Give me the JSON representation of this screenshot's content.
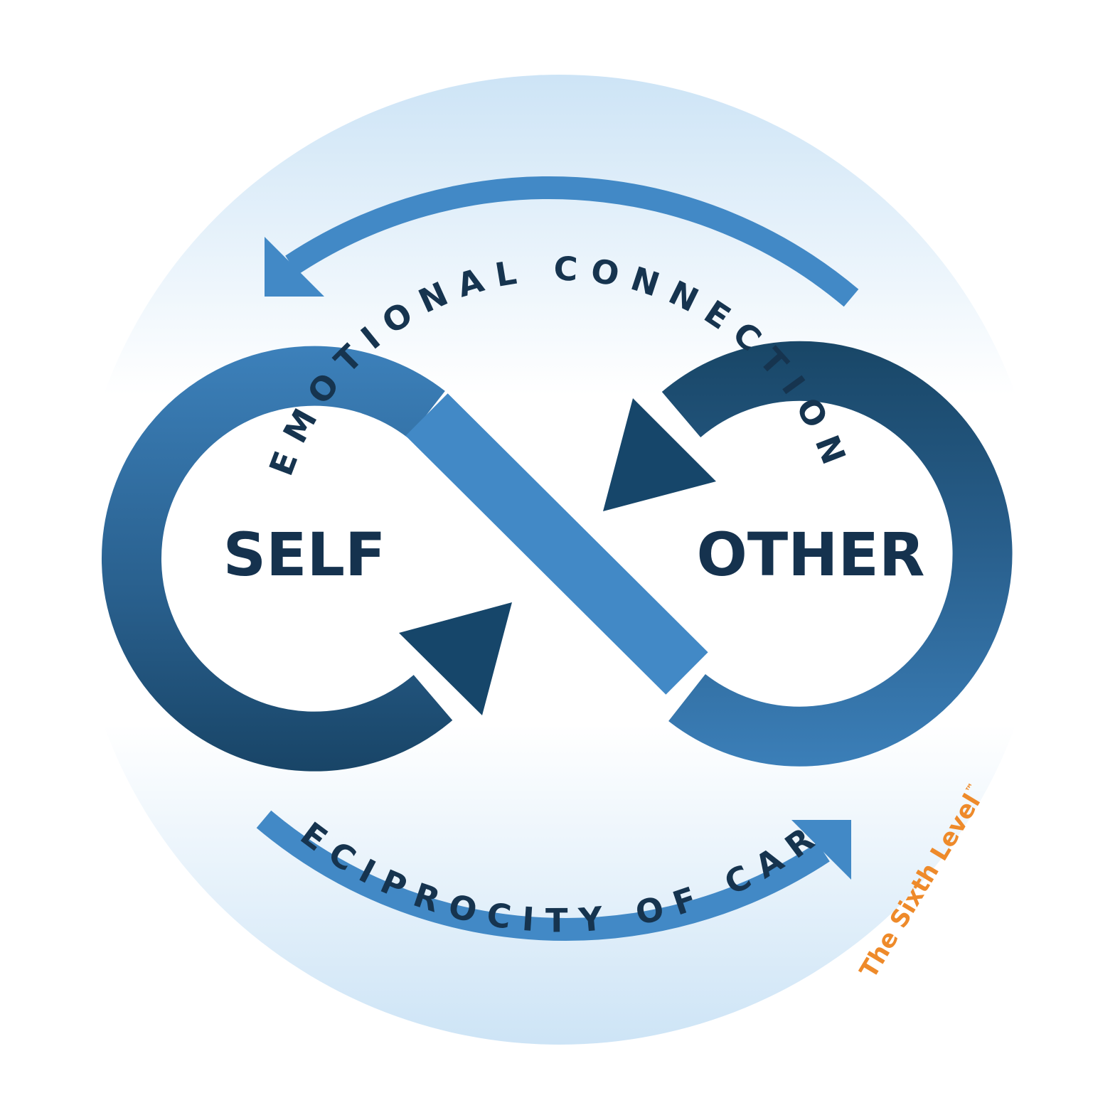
{
  "top_arc_label": "EMOTIONAL CONNECTION",
  "bottom_arc_label": "RECIPROCITY OF CARE",
  "left_node": "SELF",
  "right_node": "OTHER",
  "brand": {
    "name": "The Sixth Level",
    "mark": "™"
  },
  "colors": {
    "ring_light": "#cfe5f6",
    "ring_center": "#ffffff",
    "loop_light": "#4289c6",
    "loop_mid": "#3575a9",
    "loop_dark": "#17466a",
    "text_dark": "#15324e",
    "brand_orange": "#ee8a2a"
  }
}
